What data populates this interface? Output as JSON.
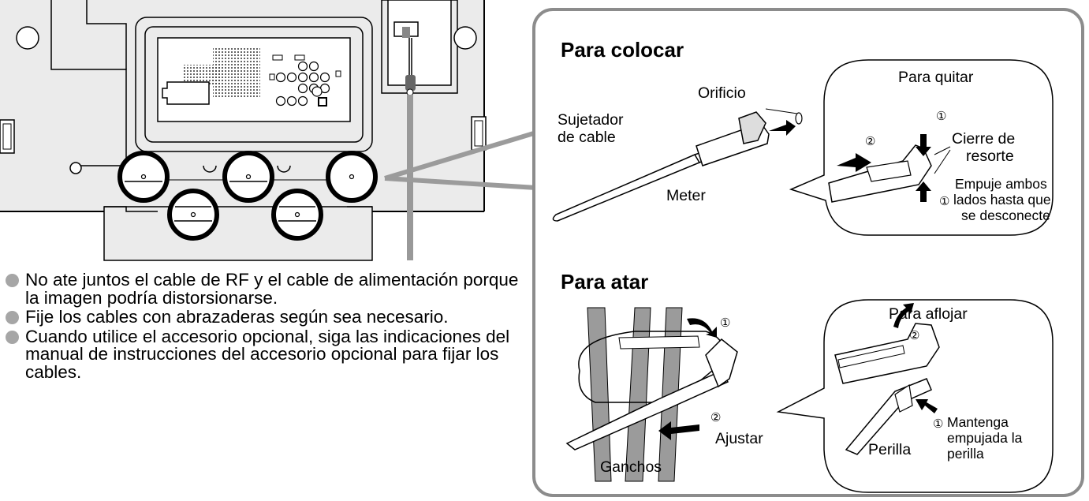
{
  "bullets": [
    "No ate juntos el cable de RF y el cable de alimentación porque la imagen podría distorsionarse.",
    "Fije los cables con abrazaderas según sea necesario.",
    "Cuando utilice el accesorio opcional, siga las indicaciones del manual de instrucciones del accesorio opcional para fijar los cables."
  ],
  "para_colocar": {
    "title": "Para colocar",
    "orificio": "Orificio",
    "sujetador_1": "Sujetador",
    "sujetador_2": "de cable",
    "meter": "Meter"
  },
  "para_quitar": {
    "title": "Para quitar",
    "step1": "①",
    "step2": "②",
    "cierre_1": "Cierre de",
    "cierre_2": "resorte",
    "empuje_1": "Empuje ambos",
    "empuje_2": "lados hasta que",
    "empuje_3": "se desconecte",
    "step1b": "①"
  },
  "para_atar": {
    "title": "Para atar",
    "step1": "①",
    "step2": "②",
    "ajustar": "Ajustar",
    "ganchos": "Ganchos"
  },
  "para_aflojar": {
    "title": "Para aflojar",
    "step2": "②",
    "step1": "①",
    "perilla": "Perilla",
    "mantenga_1": "Mantenga",
    "mantenga_2": "empujada la",
    "mantenga_3": "perilla"
  },
  "colors": {
    "panel_border": "#8c8c8c",
    "tv_fill": "#ebebeb",
    "bullet_dot": "#a6a6a6",
    "strap_gray": "#9b9b9b"
  }
}
